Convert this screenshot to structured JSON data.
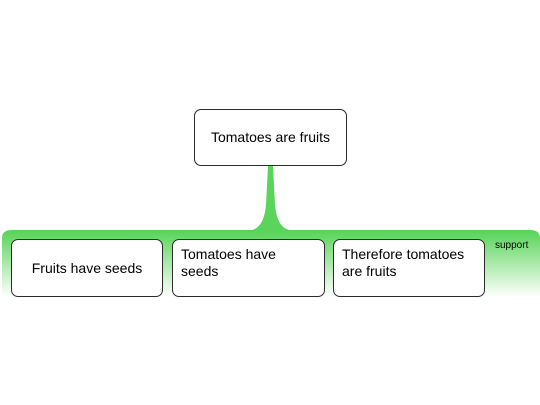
{
  "diagram": {
    "claim": {
      "text": "Tomatoes are fruits"
    },
    "group": {
      "label": "support",
      "color": "#5ad45a",
      "fade_color": "#ffffff"
    },
    "premises": [
      {
        "text": "Fruits have seeds"
      },
      {
        "text": "Tomatoes have seeds"
      },
      {
        "text": "Therefore tomatoes are fruits"
      }
    ],
    "node_border_color": "#2b2b2b"
  }
}
